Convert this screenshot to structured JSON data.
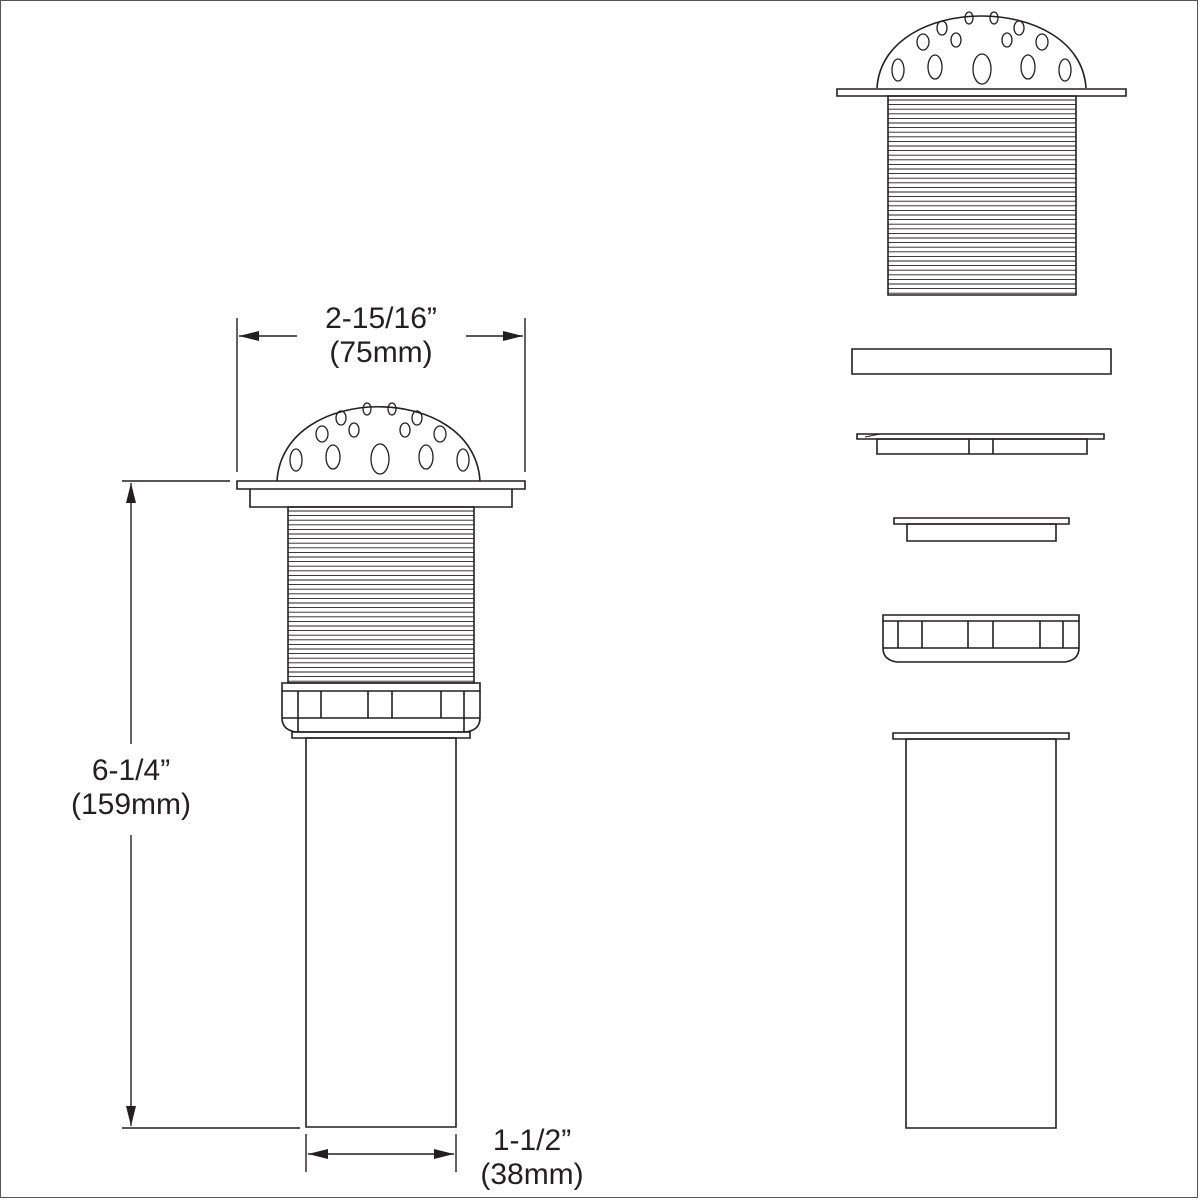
{
  "dimensions": {
    "top_width": {
      "imperial": "2-15/16”",
      "metric": "(75mm)"
    },
    "overall_height": {
      "imperial": "6-1/4”",
      "metric": "(159mm)"
    },
    "tailpiece_diameter": {
      "imperial": "1-1/2”",
      "metric": "(38mm)"
    }
  },
  "colors": {
    "line": "#231f20",
    "background": "#ffffff"
  }
}
